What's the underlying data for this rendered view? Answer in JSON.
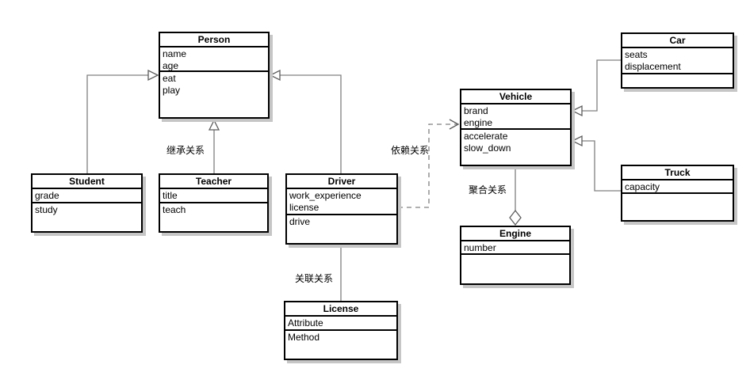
{
  "diagram": {
    "type": "uml-class-diagram",
    "classes": {
      "person": {
        "name": "Person",
        "attributes": [
          "name",
          "age"
        ],
        "methods": [
          "eat",
          "play"
        ]
      },
      "student": {
        "name": "Student",
        "attributes": [
          "grade"
        ],
        "methods": [
          "study"
        ]
      },
      "teacher": {
        "name": "Teacher",
        "attributes": [
          "title"
        ],
        "methods": [
          "teach"
        ]
      },
      "driver": {
        "name": "Driver",
        "attributes": [
          "work_experience",
          "license"
        ],
        "methods": [
          "drive"
        ]
      },
      "license": {
        "name": "License",
        "attributes": [
          "Attribute"
        ],
        "methods": [
          "Method"
        ]
      },
      "vehicle": {
        "name": "Vehicle",
        "attributes": [
          "brand",
          "engine"
        ],
        "methods": [
          "accelerate",
          "slow_down"
        ]
      },
      "engine": {
        "name": "Engine",
        "attributes": [
          "number"
        ],
        "methods": []
      },
      "car": {
        "name": "Car",
        "attributes": [
          "seats",
          "displacement"
        ],
        "methods": []
      },
      "truck": {
        "name": "Truck",
        "attributes": [
          "capacity"
        ],
        "methods": []
      }
    },
    "relationship_labels": {
      "inheritance": "继承关系",
      "dependency": "依赖关系",
      "association": "关联关系",
      "aggregation": "聚合关系"
    },
    "relationships": [
      {
        "from": "Student",
        "to": "Person",
        "kind": "inheritance"
      },
      {
        "from": "Teacher",
        "to": "Person",
        "kind": "inheritance"
      },
      {
        "from": "Driver",
        "to": "Person",
        "kind": "inheritance"
      },
      {
        "from": "Driver",
        "to": "Vehicle",
        "kind": "dependency"
      },
      {
        "from": "Driver",
        "to": "License",
        "kind": "association"
      },
      {
        "from": "Vehicle",
        "to": "Engine",
        "kind": "aggregation"
      },
      {
        "from": "Car",
        "to": "Vehicle",
        "kind": "inheritance"
      },
      {
        "from": "Truck",
        "to": "Vehicle",
        "kind": "inheritance"
      }
    ],
    "colors": {
      "box_border": "#000000",
      "edge_line": "#808080",
      "arrowhead_stroke": "#5c5c5c",
      "shadow": "#c6c6c6",
      "background": "#ffffff"
    }
  }
}
